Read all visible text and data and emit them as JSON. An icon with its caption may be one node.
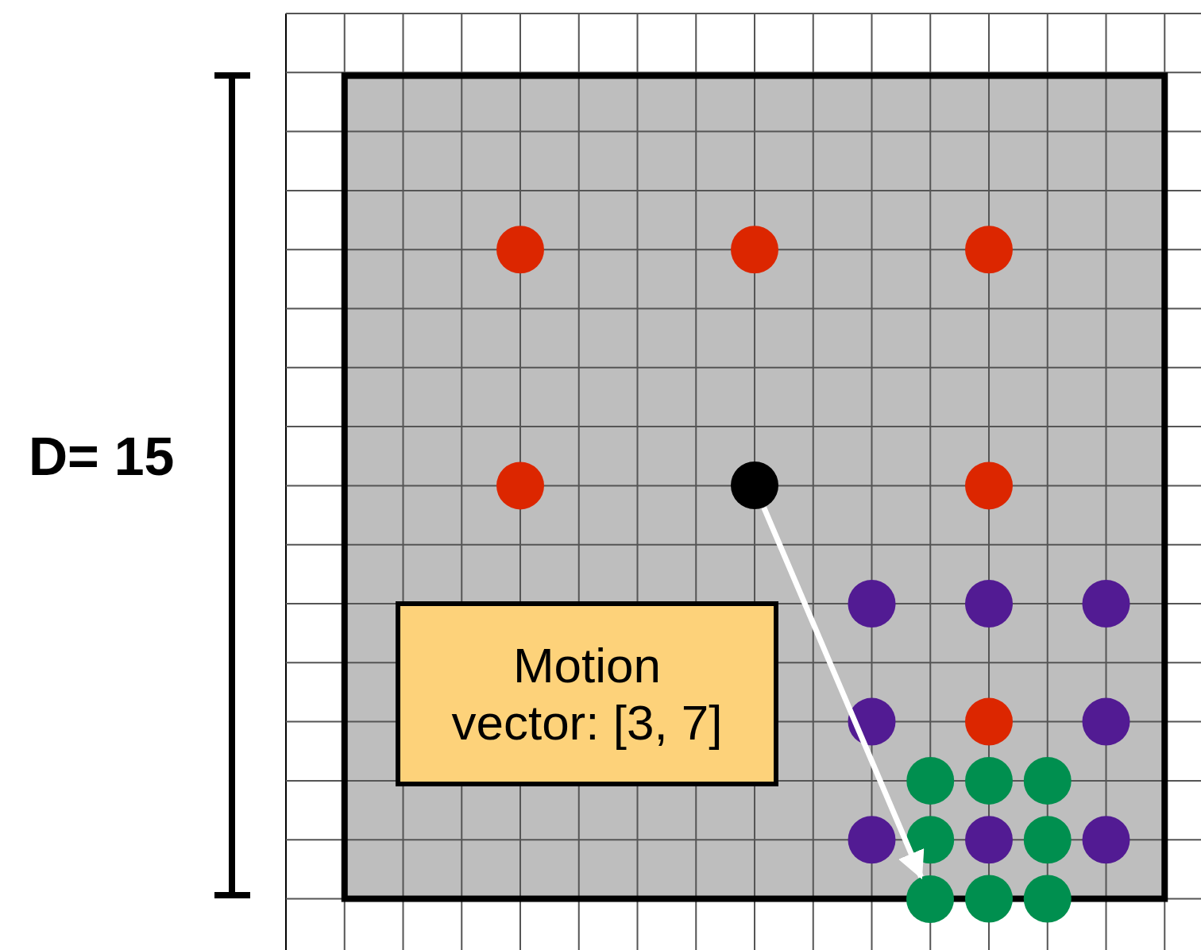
{
  "diagram": {
    "nodes": [
      {
        "text": [],
        "shape": "circle"
      },
      {
        "text": [
          "Motion vector: [3, 7]"
        ]
      },
      {
        "text": [],
        "shape": "circle"
      }
    ],
    "edges": [
      {
        "from": 0,
        "to": 2,
        "arrow": "to",
        "color": "#ffffff"
      }
    ],
    "labels": [
      "D= 15"
    ]
  }
}
